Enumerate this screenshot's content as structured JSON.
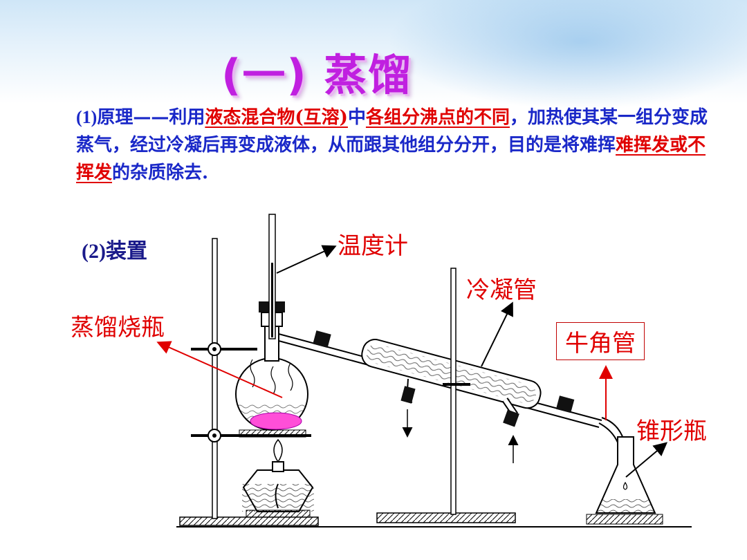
{
  "title": "(一) 蒸馏",
  "principle": {
    "label": "(1)原理",
    "dash": "——",
    "t1": "利用",
    "r1": "液态混合物(互溶)",
    "t2": "中",
    "r2": "各组分沸点的不同",
    "t3": "，加热使其某一组分变成蒸气，经过冷凝后再变成液体，从而跟其他组分分开，目的是将",
    "t4": "难挥",
    "r3": "难挥发或不挥发",
    "t5": "的杂质除去."
  },
  "apparatus_label": "(2)装置",
  "labels": {
    "thermometer": "温度计",
    "condenser": "冷凝管",
    "flask": "蒸馏烧瓶",
    "adapter": "牛角管",
    "erlenmeyer": "锥形瓶"
  },
  "colors": {
    "title": "#c020e0",
    "body_text": "#1a28c8",
    "highlight": "#e00000",
    "liquid": "#ff4fd8"
  }
}
